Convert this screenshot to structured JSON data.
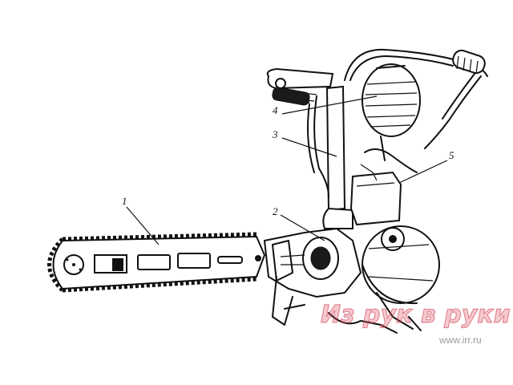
{
  "labels": [
    "1",
    "2",
    "3",
    "4",
    "5"
  ],
  "watermark": {
    "text": "Из рук в руки",
    "url": "www.irr.ru"
  },
  "colors": {
    "ink": "#111111",
    "background": "#ffffff",
    "watermark": "#d9506a"
  }
}
